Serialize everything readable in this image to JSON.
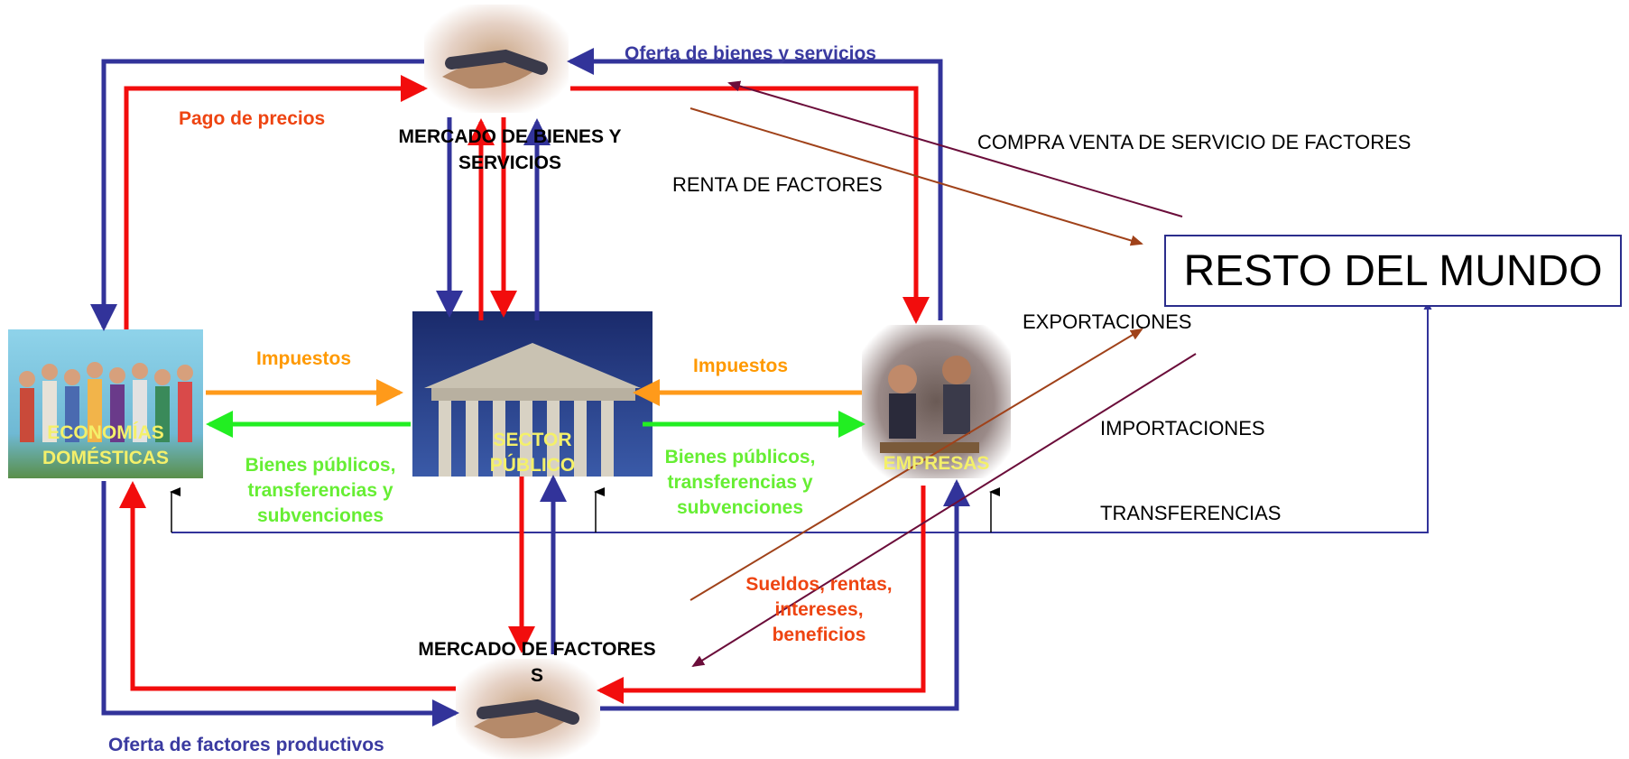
{
  "colors": {
    "blue": "#32339a",
    "red": "#f20d0d",
    "orange": "#ff9a1a",
    "green": "#22ee22",
    "brown": "#a0421a",
    "maroon": "#6b0d3a",
    "label_red": "#ee4411",
    "label_blue": "#3a3aa0",
    "label_orange": "#ff9900",
    "label_green": "#66ee33",
    "node_text": "#f4f06a"
  },
  "icons": {
    "goods_market": "handshake-icon",
    "factor_market": "handshake-icon",
    "households": "family-crowd-image",
    "public_sector": "parliament-building-image",
    "firms": "business-meeting-image"
  },
  "nodes": {
    "households": "ECONOMÍAS DOMÉSTICAS",
    "public_sector_line1": "SECTOR",
    "public_sector_line2": "PÚBLICO",
    "firms": "EMPRESAS",
    "goods_market_line1": "MERCADO DE BIENES Y",
    "goods_market_line2": "SERVICIOS",
    "factor_market_line1": "MERCADO DE FACTORES",
    "factor_market_line2": "S",
    "rest_of_world": "RESTO DEL MUNDO"
  },
  "flows": {
    "price_payment": "Pago de precios",
    "goods_supply": "Oferta de bienes y servicios",
    "taxes_left": "Impuestos",
    "taxes_right": "Impuestos",
    "public_goods_left_1": "Bienes públicos,",
    "public_goods_left_2": "transferencias y",
    "public_goods_left_3": "subvenciones",
    "public_goods_right_1": "Bienes públicos,",
    "public_goods_right_2": "transferencias y",
    "public_goods_right_3": "subvenciones",
    "wages_1": "Sueldos, rentas,",
    "wages_2": "intereses,",
    "wages_3": "beneficios",
    "factor_supply": "Oferta de factores productivos",
    "factor_income": "RENTA DE FACTORES",
    "factor_services_trade": "COMPRA VENTA DE SERVICIO DE FACTORES",
    "exports": "EXPORTACIONES",
    "imports": "IMPORTACIONES",
    "transfers": "TRANSFERENCIAS"
  }
}
